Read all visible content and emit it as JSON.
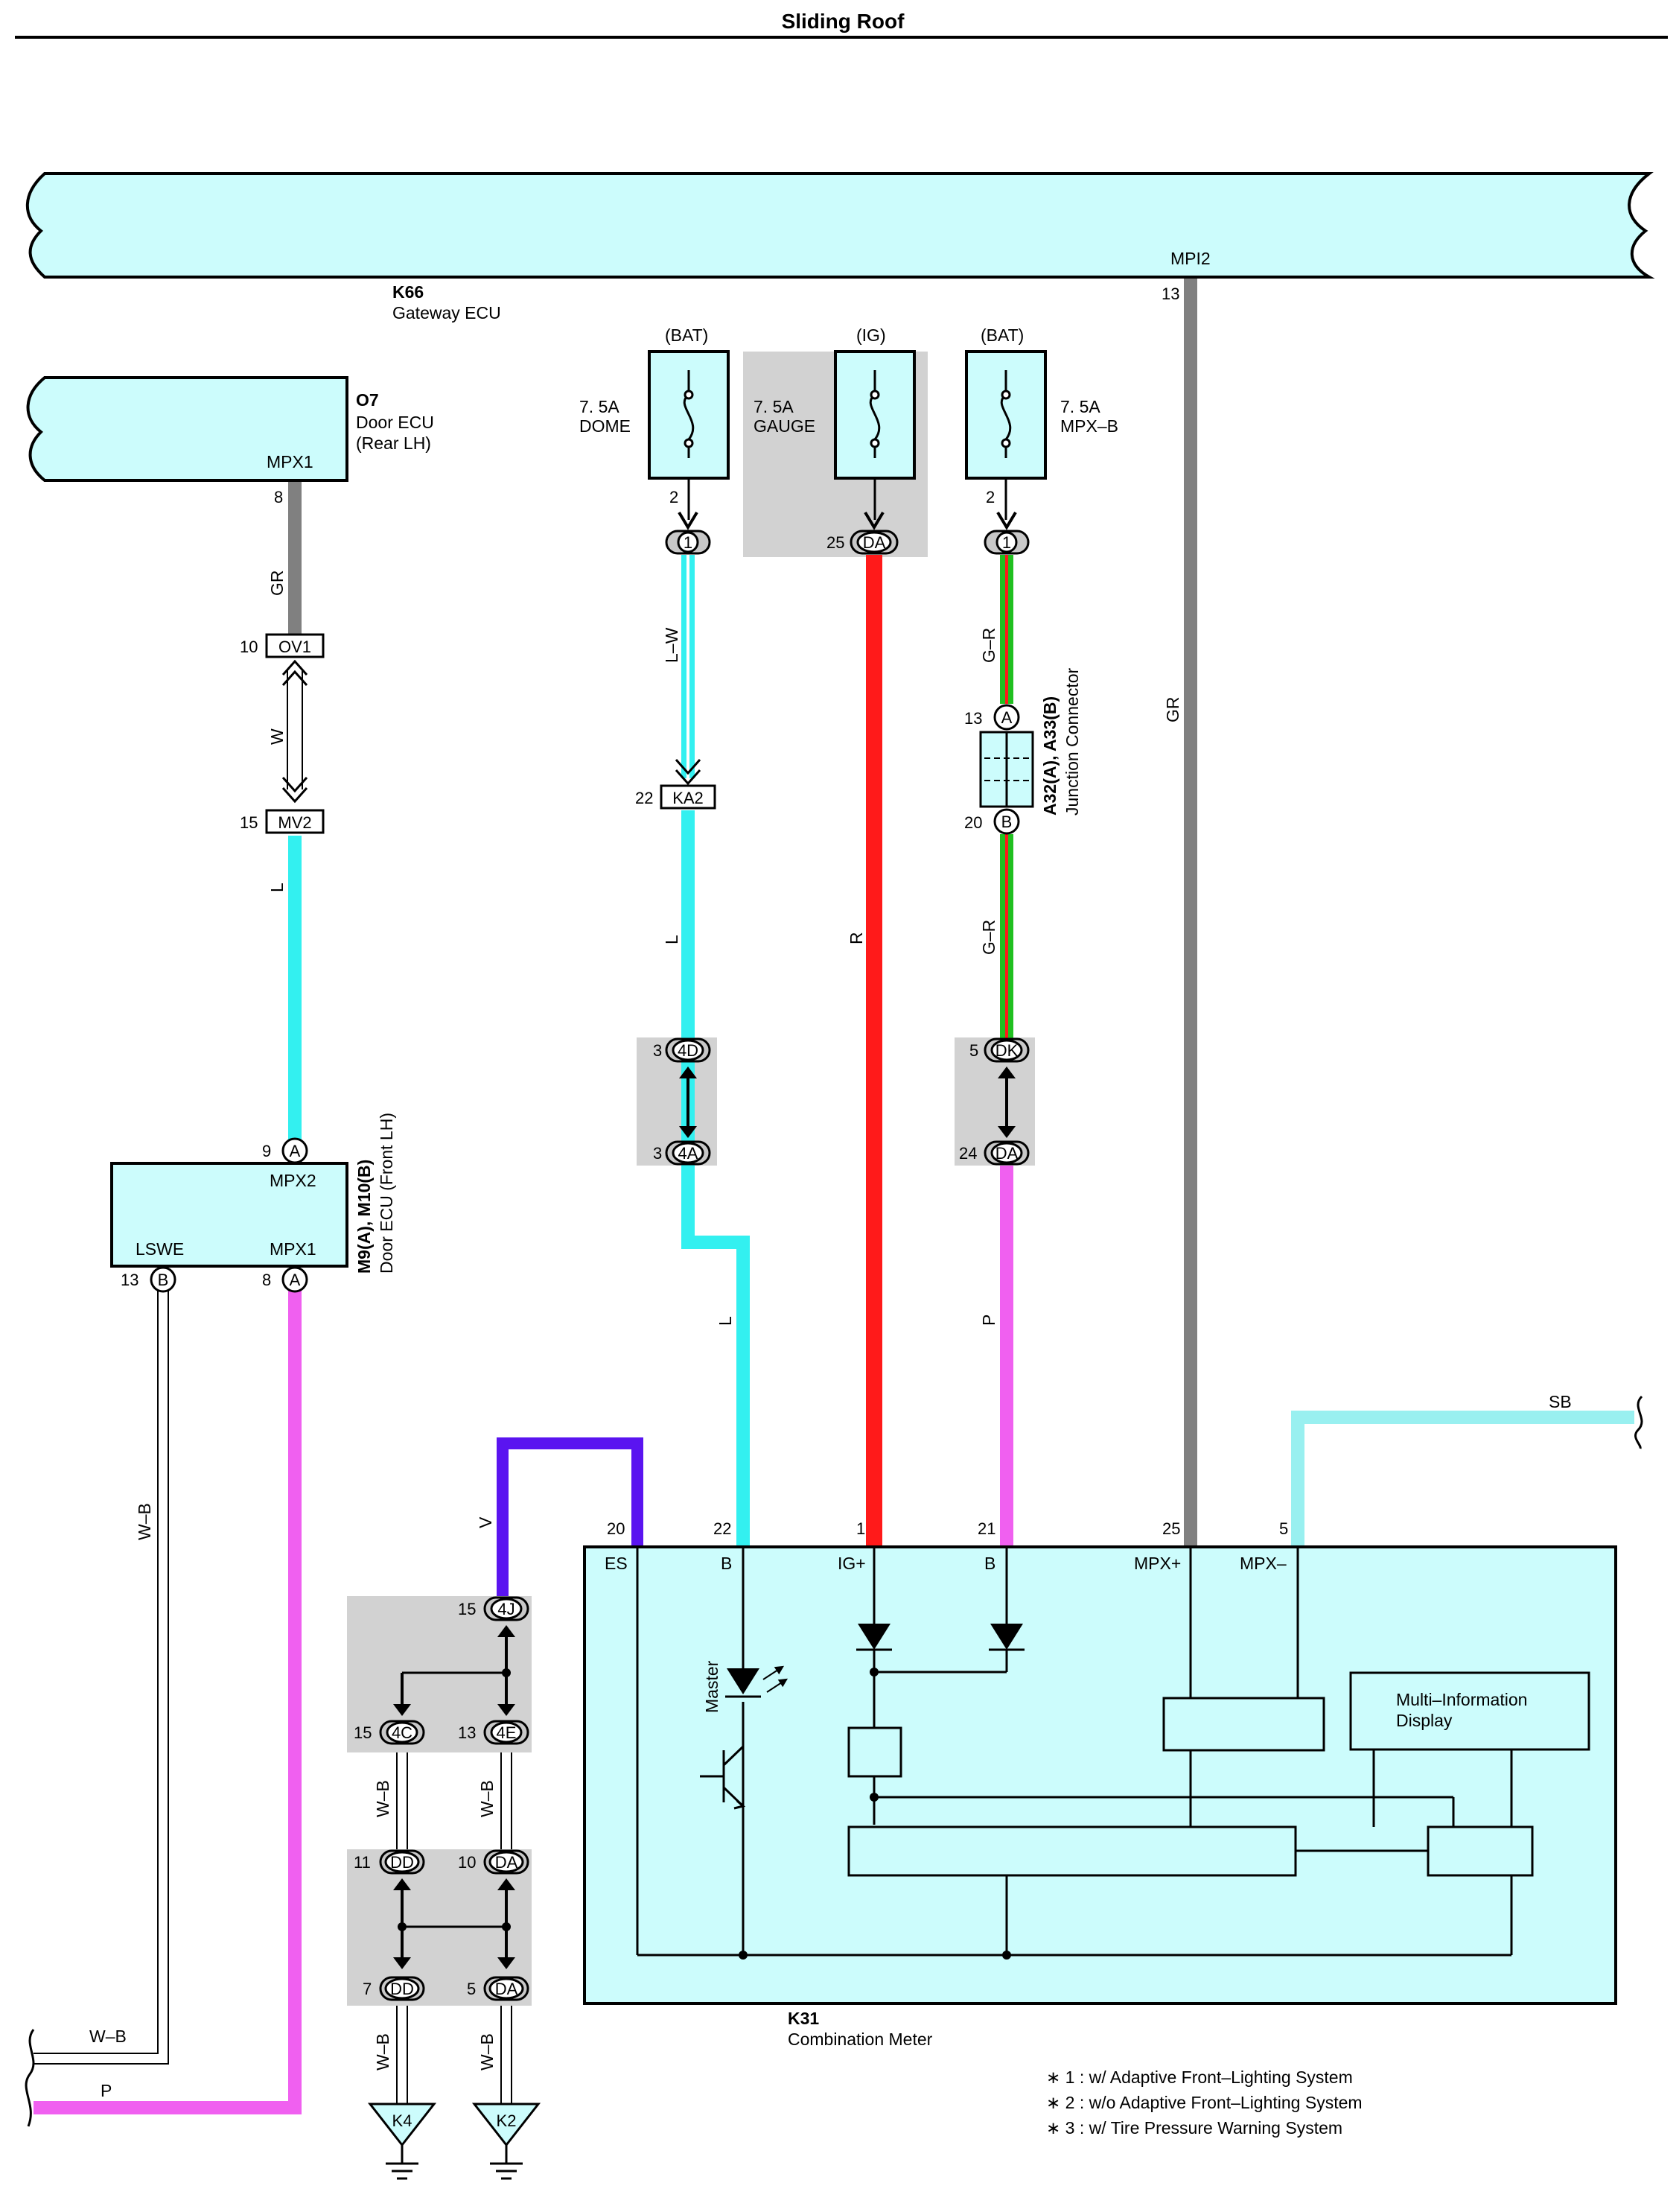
{
  "title": "Sliding Roof",
  "components": {
    "gateway": {
      "code": "K66",
      "name": "Gateway ECU",
      "pin": "MPI2",
      "pin_no": "13"
    },
    "door_rear": {
      "code": "O7",
      "name1": "Door ECU",
      "name2": "(Rear LH)",
      "pin": "MPX1",
      "pin_no": "8"
    },
    "door_front": {
      "code": "M9(A), M10(B)",
      "name": "Door ECU (Front LH)",
      "pin_mpx2": "MPX2",
      "pin_lswe": "LSWE",
      "pin_mpx1": "MPX1",
      "lswe_no": "13",
      "lswe_letter": "B",
      "mpx1_no": "8",
      "mpx1_letter": "A",
      "mpx2_no": "9",
      "mpx2_letter": "A"
    },
    "junction": {
      "code": "A32(A), A33(B)",
      "name": "Junction Connector",
      "top_no": "13",
      "top_letter": "A",
      "bot_no": "20",
      "bot_letter": "B"
    },
    "meter": {
      "code": "K31",
      "name": "Combination Meter",
      "display1": "Multi–Information",
      "display2": "Display",
      "master": "Master"
    }
  },
  "fuses": [
    {
      "supply": "(BAT)",
      "amp": "7. 5A",
      "name": "DOME",
      "pin": "2",
      "conn": "1"
    },
    {
      "supply": "(IG)",
      "amp": "7. 5A",
      "name": "GAUGE",
      "pin": "25",
      "conn": "DA"
    },
    {
      "supply": "(BAT)",
      "amp": "7. 5A",
      "name": "MPX–B",
      "pin": "2",
      "conn": "1"
    }
  ],
  "connectors": {
    "ov1": {
      "no": "10",
      "id": "OV1"
    },
    "mv2": {
      "no": "15",
      "id": "MV2"
    },
    "ka2": {
      "no": "22",
      "id": "KA2"
    },
    "c4d": {
      "no": "3",
      "id": "4D"
    },
    "c4a": {
      "no": "3",
      "id": "4A"
    },
    "cdk": {
      "no": "5",
      "id": "DK"
    },
    "cda24": {
      "no": "24",
      "id": "DA"
    },
    "c4j": {
      "no": "15",
      "id": "4J"
    },
    "c4c": {
      "no": "15",
      "id": "4C"
    },
    "c4e": {
      "no": "13",
      "id": "4E"
    },
    "cdd11": {
      "no": "11",
      "id": "DD"
    },
    "cda10": {
      "no": "10",
      "id": "DA"
    },
    "cdd7": {
      "no": "7",
      "id": "DD"
    },
    "cda5": {
      "no": "5",
      "id": "DA"
    }
  },
  "grounds": {
    "k4": "K4",
    "k2": "K2"
  },
  "meter_pins": [
    {
      "no": "20",
      "name": "ES"
    },
    {
      "no": "22",
      "name": "B"
    },
    {
      "no": "1",
      "name": "IG+"
    },
    {
      "no": "21",
      "name": "B"
    },
    {
      "no": "25",
      "name": "MPX+"
    },
    {
      "no": "5",
      "name": "MPX–"
    }
  ],
  "wire_labels": {
    "gr_rear": "GR",
    "w": "W",
    "l_rear": "L",
    "wb_left": "W–B",
    "wb_bottom": "W–B",
    "p_bottom": "P",
    "lw": "L–W",
    "l1": "L",
    "l2": "L",
    "r": "R",
    "gr1": "G–R",
    "gr2": "G–R",
    "p": "P",
    "gr_main": "GR",
    "v": "V",
    "sb": "SB",
    "wb1": "W–B",
    "wb2": "W–B",
    "wb3": "W–B",
    "wb4": "W–B"
  },
  "notes": [
    "∗ 1 : w/ Adaptive Front–Lighting System",
    "∗ 2 : w/o Adaptive Front–Lighting System",
    "∗ 3 : w/ Tire Pressure Warning System"
  ],
  "colors": {
    "cyan": "#33f0f0",
    "gray": "#808080",
    "red": "#ff1a1a",
    "pink": "#f060f0",
    "green": "#20c020",
    "violet": "#5a14f0",
    "sky": "#99f0f0",
    "box": "#ccfcfc"
  }
}
